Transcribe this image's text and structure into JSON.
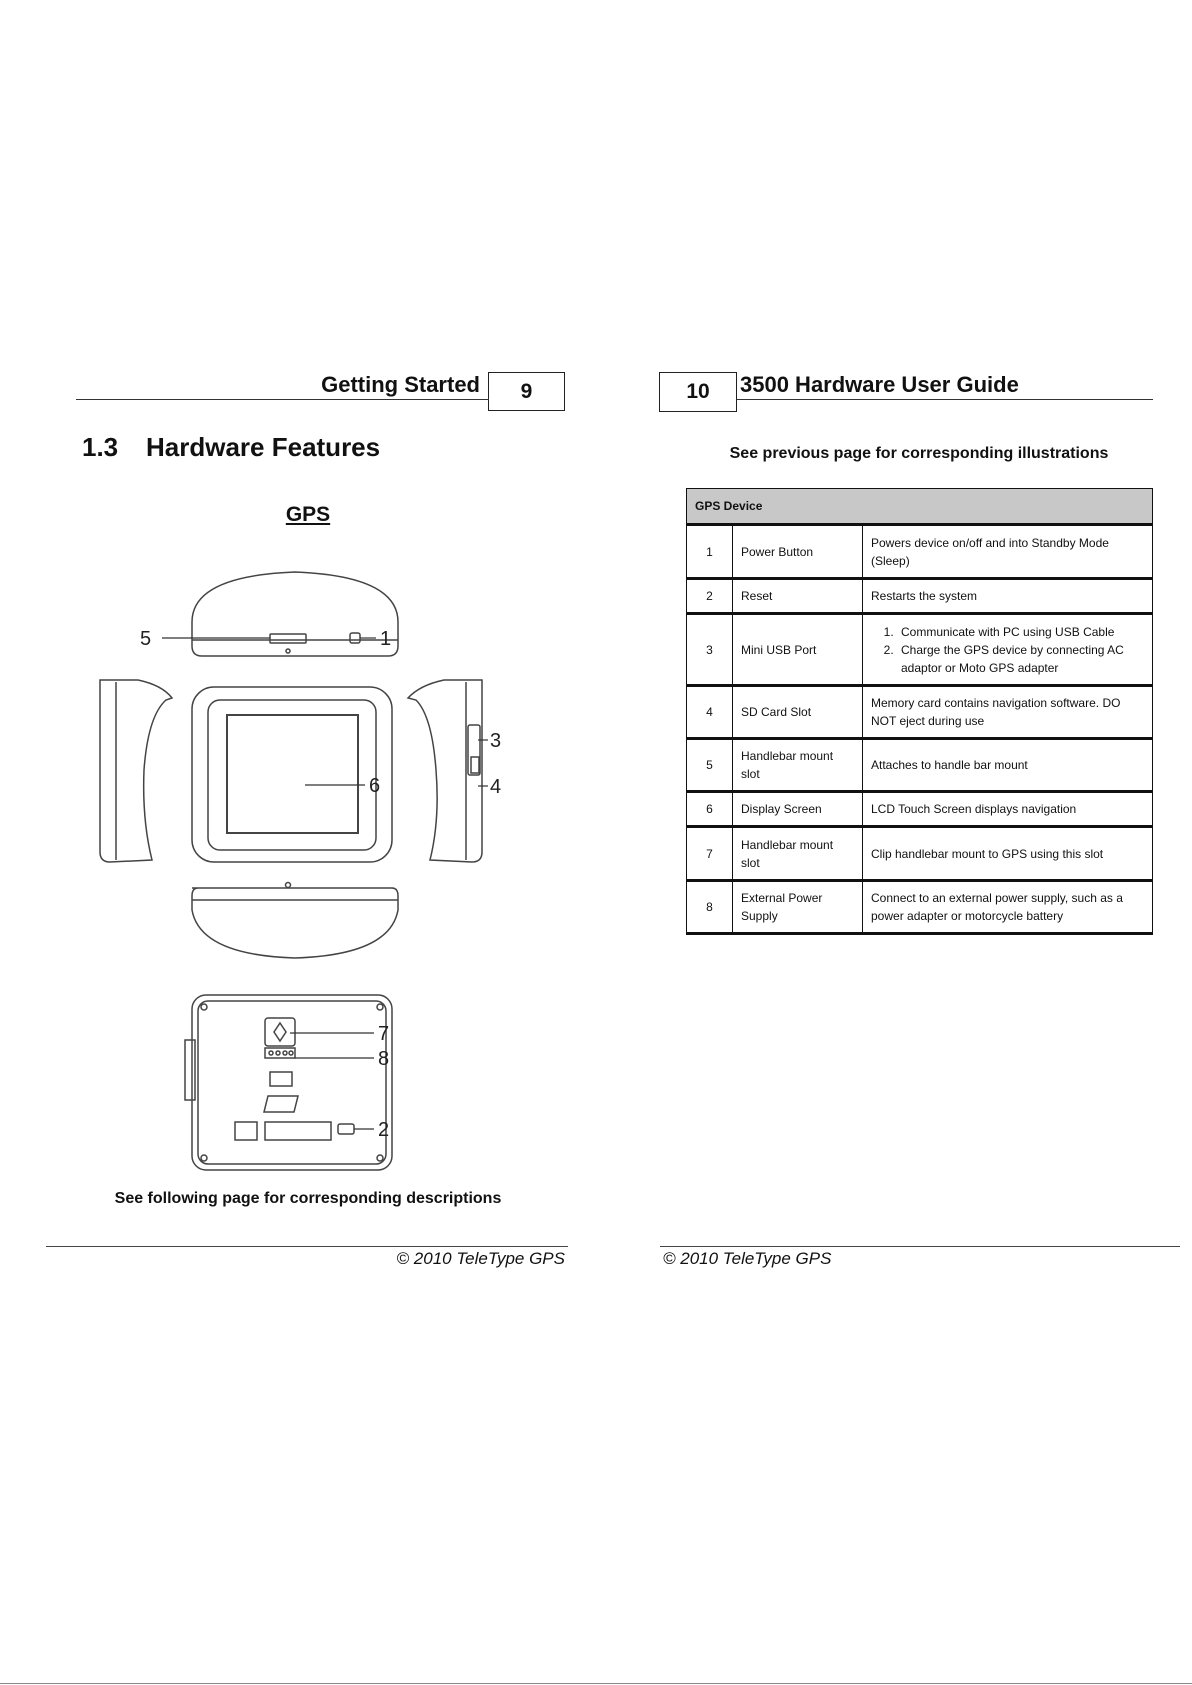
{
  "left_page": {
    "header_title": "Getting Started",
    "page_number": "9",
    "section_number": "1.3",
    "section_title": "Hardware Features",
    "gps_heading": "GPS",
    "callouts": [
      "5",
      "1",
      "3",
      "6",
      "4",
      "7",
      "8",
      "2"
    ],
    "caption": "See following page for corresponding descriptions",
    "footer": "© 2010 TeleType GPS"
  },
  "right_page": {
    "page_number": "10",
    "header_title": "3500 Hardware User Guide",
    "caption": "See previous page for corresponding illustrations",
    "table": {
      "heading": "GPS Device",
      "rows": [
        {
          "num": "1",
          "name": "Power Button",
          "desc": "Powers device on/off and into Standby Mode (Sleep)"
        },
        {
          "num": "2",
          "name": "Reset",
          "desc": "Restarts the system"
        },
        {
          "num": "3",
          "name": "Mini USB Port",
          "list": [
            "Communicate with PC using USB Cable",
            "Charge the GPS device by connecting AC adaptor or Moto GPS adapter"
          ]
        },
        {
          "num": "4",
          "name": "SD Card Slot",
          "desc": "Memory card contains navigation software. DO NOT eject during use"
        },
        {
          "num": "5",
          "name": "Handlebar mount slot",
          "desc": "Attaches to handle bar mount"
        },
        {
          "num": "6",
          "name": "Display Screen",
          "desc": "LCD Touch Screen displays navigation"
        },
        {
          "num": "7",
          "name": "Handlebar mount slot",
          "desc": "Clip handlebar mount to GPS using this slot"
        },
        {
          "num": "8",
          "name": "External Power Supply",
          "desc": "Connect  to an external power supply, such as a power adapter or motorcycle battery"
        }
      ]
    },
    "footer": "© 2010 TeleType GPS"
  }
}
